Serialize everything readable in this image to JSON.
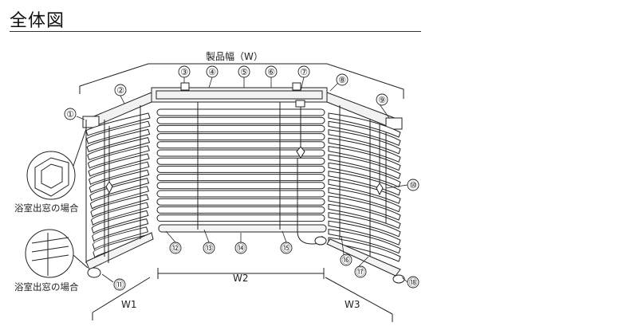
{
  "title": "全体図",
  "dimensions": {
    "overall": "製品幅（W）",
    "w1": "W1",
    "w2": "W2",
    "w3": "W3"
  },
  "insets": [
    {
      "caption": "浴室出窓の場合"
    },
    {
      "caption": "浴室出窓の場合"
    }
  ],
  "callouts": [
    "①",
    "②",
    "③",
    "④",
    "⑤",
    "⑥",
    "⑦",
    "⑧",
    "⑨",
    "⑩",
    "⑪",
    "⑫",
    "⑬",
    "⑭",
    "⑮",
    "⑯",
    "⑰",
    "⑱"
  ],
  "colors": {
    "line": "#222222",
    "slat_fill": "#ffffff",
    "head_fill": "#eeeeee"
  }
}
